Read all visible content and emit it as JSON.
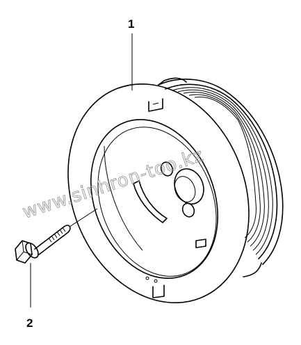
{
  "callouts": {
    "pulley_label": "1",
    "bolt_label": "2"
  },
  "watermark": {
    "text": "www.sinhron-too.kz"
  },
  "colors": {
    "line": "#000000",
    "watermark": "#9a9a9a",
    "background": "#ffffff"
  }
}
